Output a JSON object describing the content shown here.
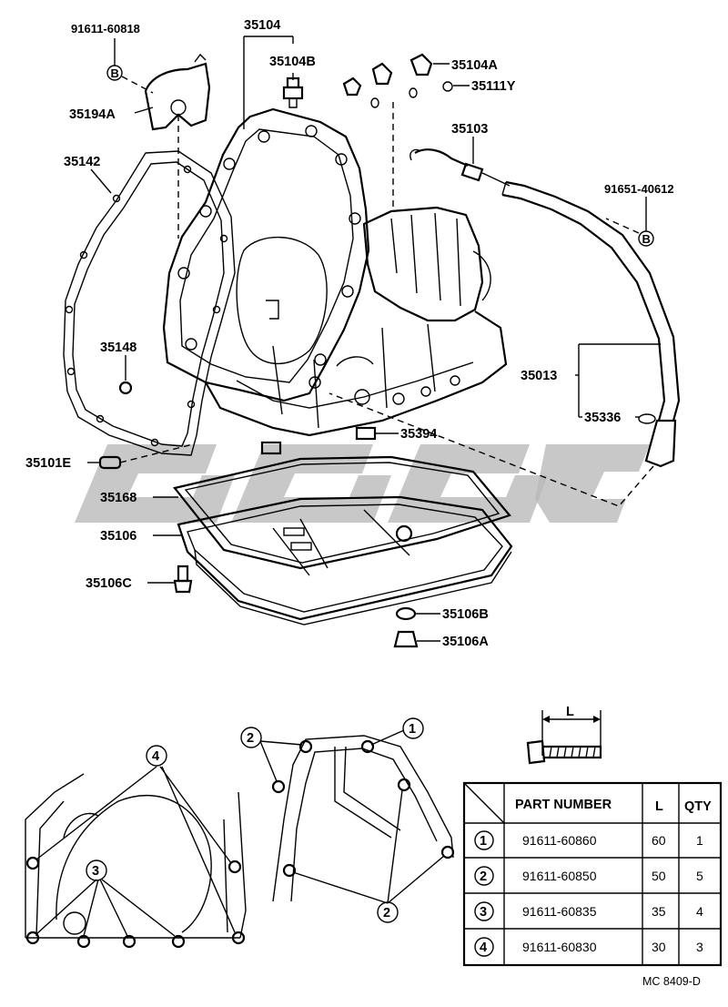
{
  "callouts": [
    {
      "id": "c91611_60818",
      "text": "91611-60818"
    },
    {
      "id": "c35104",
      "text": "35104"
    },
    {
      "id": "c35104B",
      "text": "35104B"
    },
    {
      "id": "c35104A",
      "text": "35104A"
    },
    {
      "id": "c35111Y",
      "text": "35111Y"
    },
    {
      "id": "c35194A",
      "text": "35194A"
    },
    {
      "id": "c35103",
      "text": "35103"
    },
    {
      "id": "c35142",
      "text": "35142"
    },
    {
      "id": "c91651_40612",
      "text": "91651-40612"
    },
    {
      "id": "c35148",
      "text": "35148"
    },
    {
      "id": "c35013",
      "text": "35013"
    },
    {
      "id": "c35336",
      "text": "35336"
    },
    {
      "id": "c35394",
      "text": "35394"
    },
    {
      "id": "c35101E",
      "text": "35101E"
    },
    {
      "id": "c35168",
      "text": "35168"
    },
    {
      "id": "c35106",
      "text": "35106"
    },
    {
      "id": "c35106C",
      "text": "35106C"
    },
    {
      "id": "c35106B",
      "text": "35106B"
    },
    {
      "id": "c35106A",
      "text": "35106A"
    }
  ],
  "bolt_markers": {
    "b1": "B",
    "b2": "B"
  },
  "bolt_dimension_label": "L",
  "circled_refs": {
    "n1": "1",
    "n2": "2",
    "n3": "3",
    "n4": "4"
  },
  "table": {
    "headers": {
      "part_number": "PART NUMBER",
      "length": "L",
      "qty": "QTY"
    },
    "rows": [
      {
        "ref": "1",
        "part_number": "91611-60860",
        "length": "60",
        "qty": "1"
      },
      {
        "ref": "2",
        "part_number": "91611-60850",
        "length": "50",
        "qty": "5"
      },
      {
        "ref": "3",
        "part_number": "91611-60835",
        "length": "35",
        "qty": "4"
      },
      {
        "ref": "4",
        "part_number": "91611-60830",
        "length": "30",
        "qty": "3"
      }
    ]
  },
  "figure_code": "MC 8409-D"
}
